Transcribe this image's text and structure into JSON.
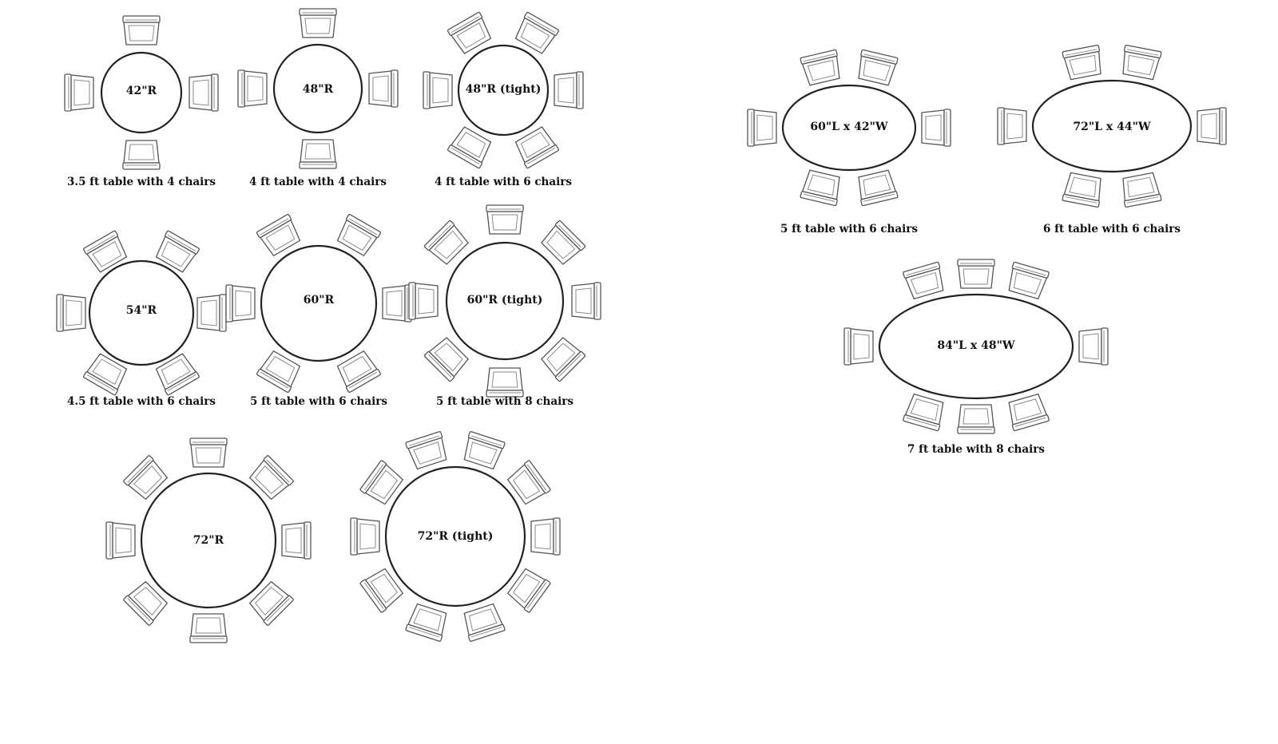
{
  "layouts": [
    {
      "id": "t1",
      "shape": "round",
      "table_label": "42\"R",
      "caption": "3.5 ft table with 4 chairs",
      "chairs": 4,
      "chair_start_angle": -90
    },
    {
      "id": "t2",
      "shape": "round",
      "table_label": "48\"R",
      "caption": "4 ft table with 4 chairs",
      "chairs": 4,
      "chair_start_angle": -90
    },
    {
      "id": "t3",
      "shape": "round",
      "table_label": "48\"R (tight)",
      "caption": "4 ft table with 6 chairs",
      "chairs": 6,
      "chair_start_angle": -60
    },
    {
      "id": "t4",
      "shape": "round",
      "table_label": "54\"R",
      "caption": "4.5 ft table with 6 chairs",
      "chairs": 6,
      "chair_start_angle": -60
    },
    {
      "id": "t5",
      "shape": "round",
      "table_label": "60\"R",
      "caption": "5 ft table with 6 chairs",
      "chairs": 6,
      "chair_start_angle": -60
    },
    {
      "id": "t6",
      "shape": "round",
      "table_label": "60\"R (tight)",
      "caption": "5 ft table with 8 chairs",
      "chairs": 8,
      "chair_start_angle": -90
    },
    {
      "id": "t7",
      "shape": "round",
      "table_label": "72\"R",
      "caption": "",
      "chairs": 8,
      "chair_start_angle": -90
    },
    {
      "id": "t8",
      "shape": "round",
      "table_label": "72\"R (tight)",
      "caption": "",
      "chairs": 10,
      "chair_start_angle": -72
    },
    {
      "id": "t9",
      "shape": "oval",
      "table_label": "60\"L x 42\"W",
      "caption": "5 ft table with 6 chairs",
      "chairs": 6,
      "chair_start_angle": -60
    },
    {
      "id": "t10",
      "shape": "oval",
      "table_label": "72\"L x 44\"W",
      "caption": "6 ft table with 6 chairs",
      "chairs": 6,
      "chair_start_angle": -60
    },
    {
      "id": "t11",
      "shape": "oval",
      "table_label": "84\"L x 48\"W",
      "caption": "7 ft table with 8 chairs",
      "chairs": 8,
      "chair_start_angle": -90
    }
  ]
}
